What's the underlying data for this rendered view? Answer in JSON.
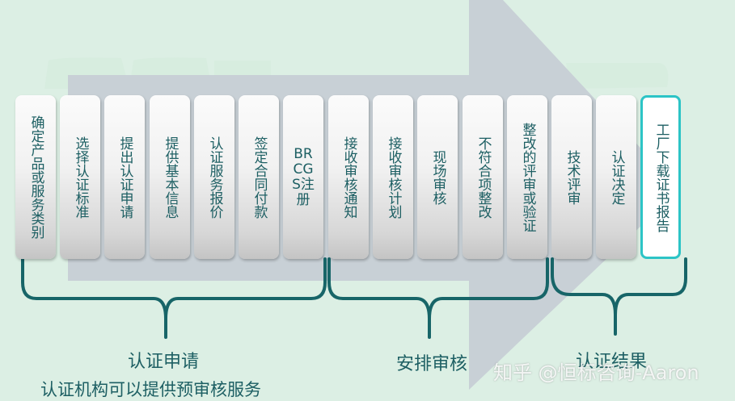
{
  "diagram": {
    "type": "process-flow",
    "steps": [
      {
        "label": "确定产品或服务类别",
        "phase": "application"
      },
      {
        "label": "选择认证标准",
        "phase": "application"
      },
      {
        "label": "提出认证申请",
        "phase": "application"
      },
      {
        "label": "提供基本信息",
        "phase": "application"
      },
      {
        "label": "认证服务报价",
        "phase": "application"
      },
      {
        "label": "签定合同付款",
        "phase": "application"
      },
      {
        "label": "BRCGS注册",
        "phase": "application"
      },
      {
        "label": "接收审核通知",
        "phase": "audit"
      },
      {
        "label": "接收审核计划",
        "phase": "audit"
      },
      {
        "label": "现场审核",
        "phase": "audit"
      },
      {
        "label": "不符合项整改",
        "phase": "audit"
      },
      {
        "label": "整改的评审或验证",
        "phase": "audit"
      },
      {
        "label": "技术评审",
        "phase": "result"
      },
      {
        "label": "认证决定",
        "phase": "result"
      },
      {
        "label": "工厂下载证书报告",
        "phase": "result"
      }
    ],
    "phases": [
      {
        "id": "application",
        "label": "认证申请",
        "note": "认证机构可以提供预审核服务"
      },
      {
        "id": "audit",
        "label": "安排审核"
      },
      {
        "id": "result",
        "label": "认证结果"
      }
    ],
    "watermark": "知乎 @恒标咨询-Aaron",
    "colors": {
      "background": "#dcefe4",
      "arrow": "#c8d0d6",
      "bracket": "#176568",
      "text": "#1d5f63",
      "highlight_border": "#2cc4c6"
    }
  }
}
